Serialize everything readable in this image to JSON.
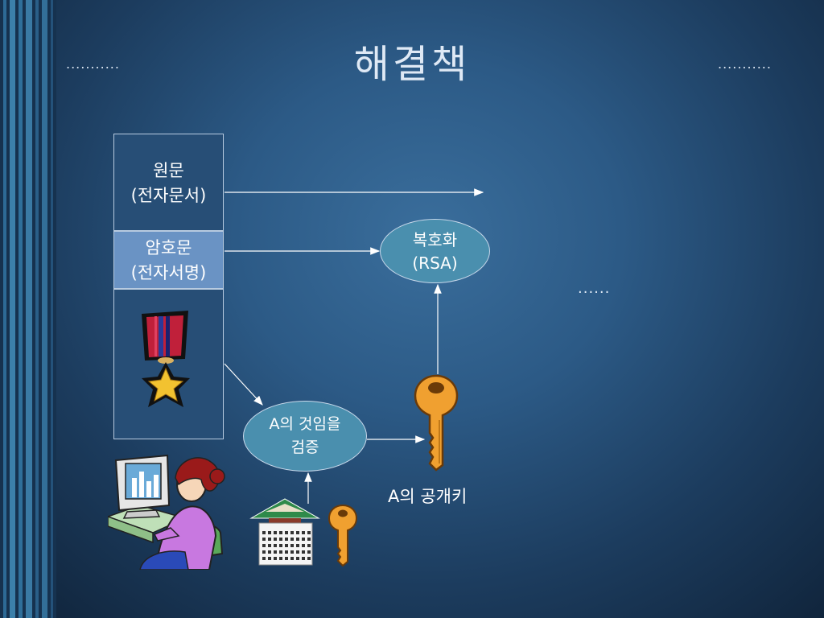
{
  "slide": {
    "title": "해결책",
    "dots_left": "...........",
    "dots_right": "...........",
    "dots_mid": "......"
  },
  "document": {
    "original_line1": "원문",
    "original_line2": "(전자문서)",
    "cipher_line1": "암호문",
    "cipher_line2": "(전자서명)"
  },
  "nodes": {
    "decrypt_line1": "복호화",
    "decrypt_line2": "(RSA)",
    "verify_line1": "A의 것임을",
    "verify_line2": "검증"
  },
  "labels": {
    "public_key": "A의 공개키"
  },
  "colors": {
    "background": "#2c5a86",
    "box_dark": "#274e76",
    "box_light": "#6a93c4",
    "ellipse": "#4a8fae",
    "key": "#f0a030"
  },
  "icons": [
    "medal-icon",
    "key-icon",
    "building-icon",
    "woman-at-computer-icon"
  ]
}
